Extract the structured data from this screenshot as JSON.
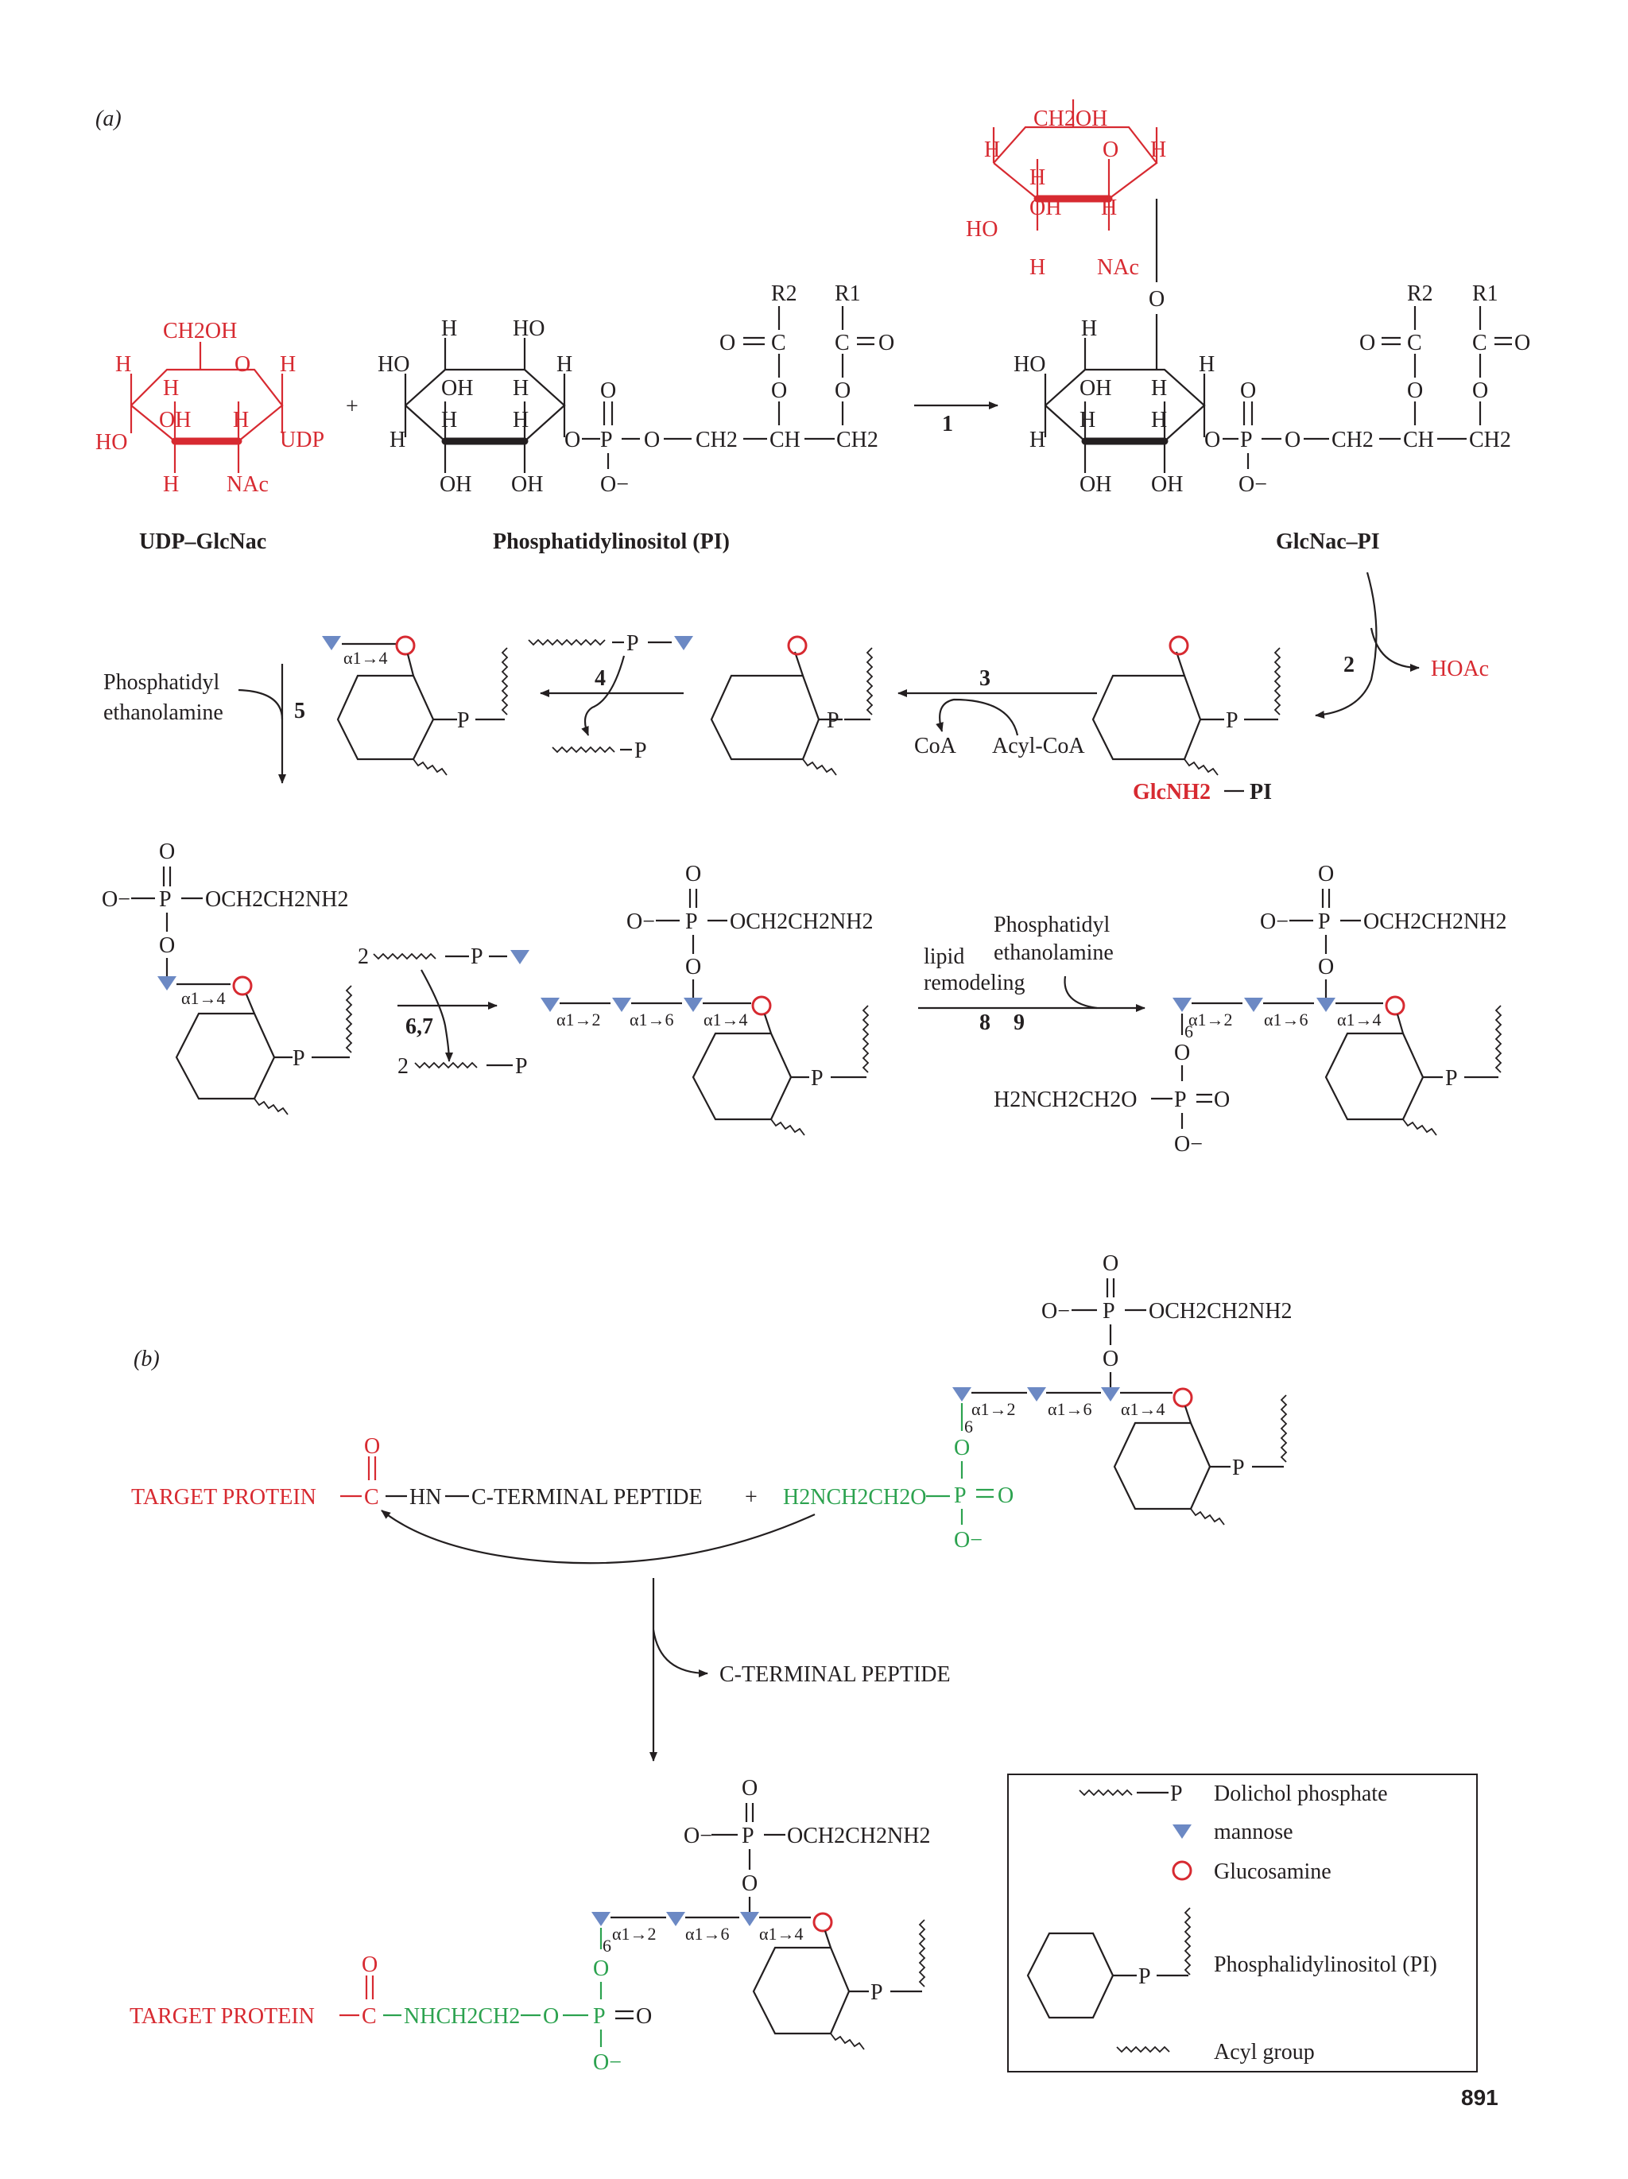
{
  "panel_a": {
    "label": "(a)",
    "udp_glcnac": {
      "name": "UDP–GlcNac",
      "ch2oh": "CH2OH",
      "o": "O",
      "h": "H",
      "ho": "HO",
      "oh": "OH",
      "udp": "UDP",
      "nac": "NAc"
    },
    "plus": "+",
    "pi": {
      "name": "Phosphatidylinositol (PI)",
      "ho": "HO",
      "oh": "OH",
      "h": "H",
      "o": "O",
      "p": "P",
      "o_minus": "O−",
      "r1": "R1",
      "r2": "R2",
      "c": "C",
      "ch2": "CH2",
      "ch": "CH"
    },
    "step1": "1",
    "glcnac_pi": {
      "name": "GlcNac–PI"
    },
    "step2": "2",
    "hoac": "HOAc",
    "glcnh2_pi": {
      "part1": "GlcNH2",
      "part2": "PI"
    },
    "step3": "3",
    "coa": "CoA",
    "acyl_coa": "Acyl-CoA",
    "step4": "4",
    "step5": "5",
    "pe_label_1": "Phosphatidyl",
    "pe_label_2": "ethanolamine",
    "linkages": {
      "a14": "α1→4",
      "a12": "α1→2",
      "a16": "α1→6",
      "six": "6"
    },
    "step67": "6,7",
    "coef2": "2",
    "lipid_remodeling_1": "lipid",
    "lipid_remodeling_2": "remodeling",
    "step8": "8",
    "step9": "9",
    "pe_group": "OCH2CH2NH2",
    "h2nch2ch2o": "H2NCH2CH2O"
  },
  "panel_b": {
    "label": "(b)",
    "target_protein": "TARGET PROTEIN",
    "hn": "HN",
    "c_terminal_peptide": "C-TERMINAL PEPTIDE",
    "plus": "+",
    "h2n_chain": "H2NCH2CH2O",
    "released": "C-TERMINAL PEPTIDE",
    "nhch2ch2": "NHCH2CH2",
    "o": "O"
  },
  "legend": {
    "dolichol": "Dolichol phosphate",
    "mannose": "mannose",
    "glucosamine": "Glucosamine",
    "pi": "Phosphalidylinositol (PI)",
    "acyl": "Acyl group",
    "p": "P"
  },
  "page_number": "891",
  "colors": {
    "red": "#d72a31",
    "green": "#2ca24f",
    "mannose": "#6c89c4",
    "ink": "#231f20"
  }
}
